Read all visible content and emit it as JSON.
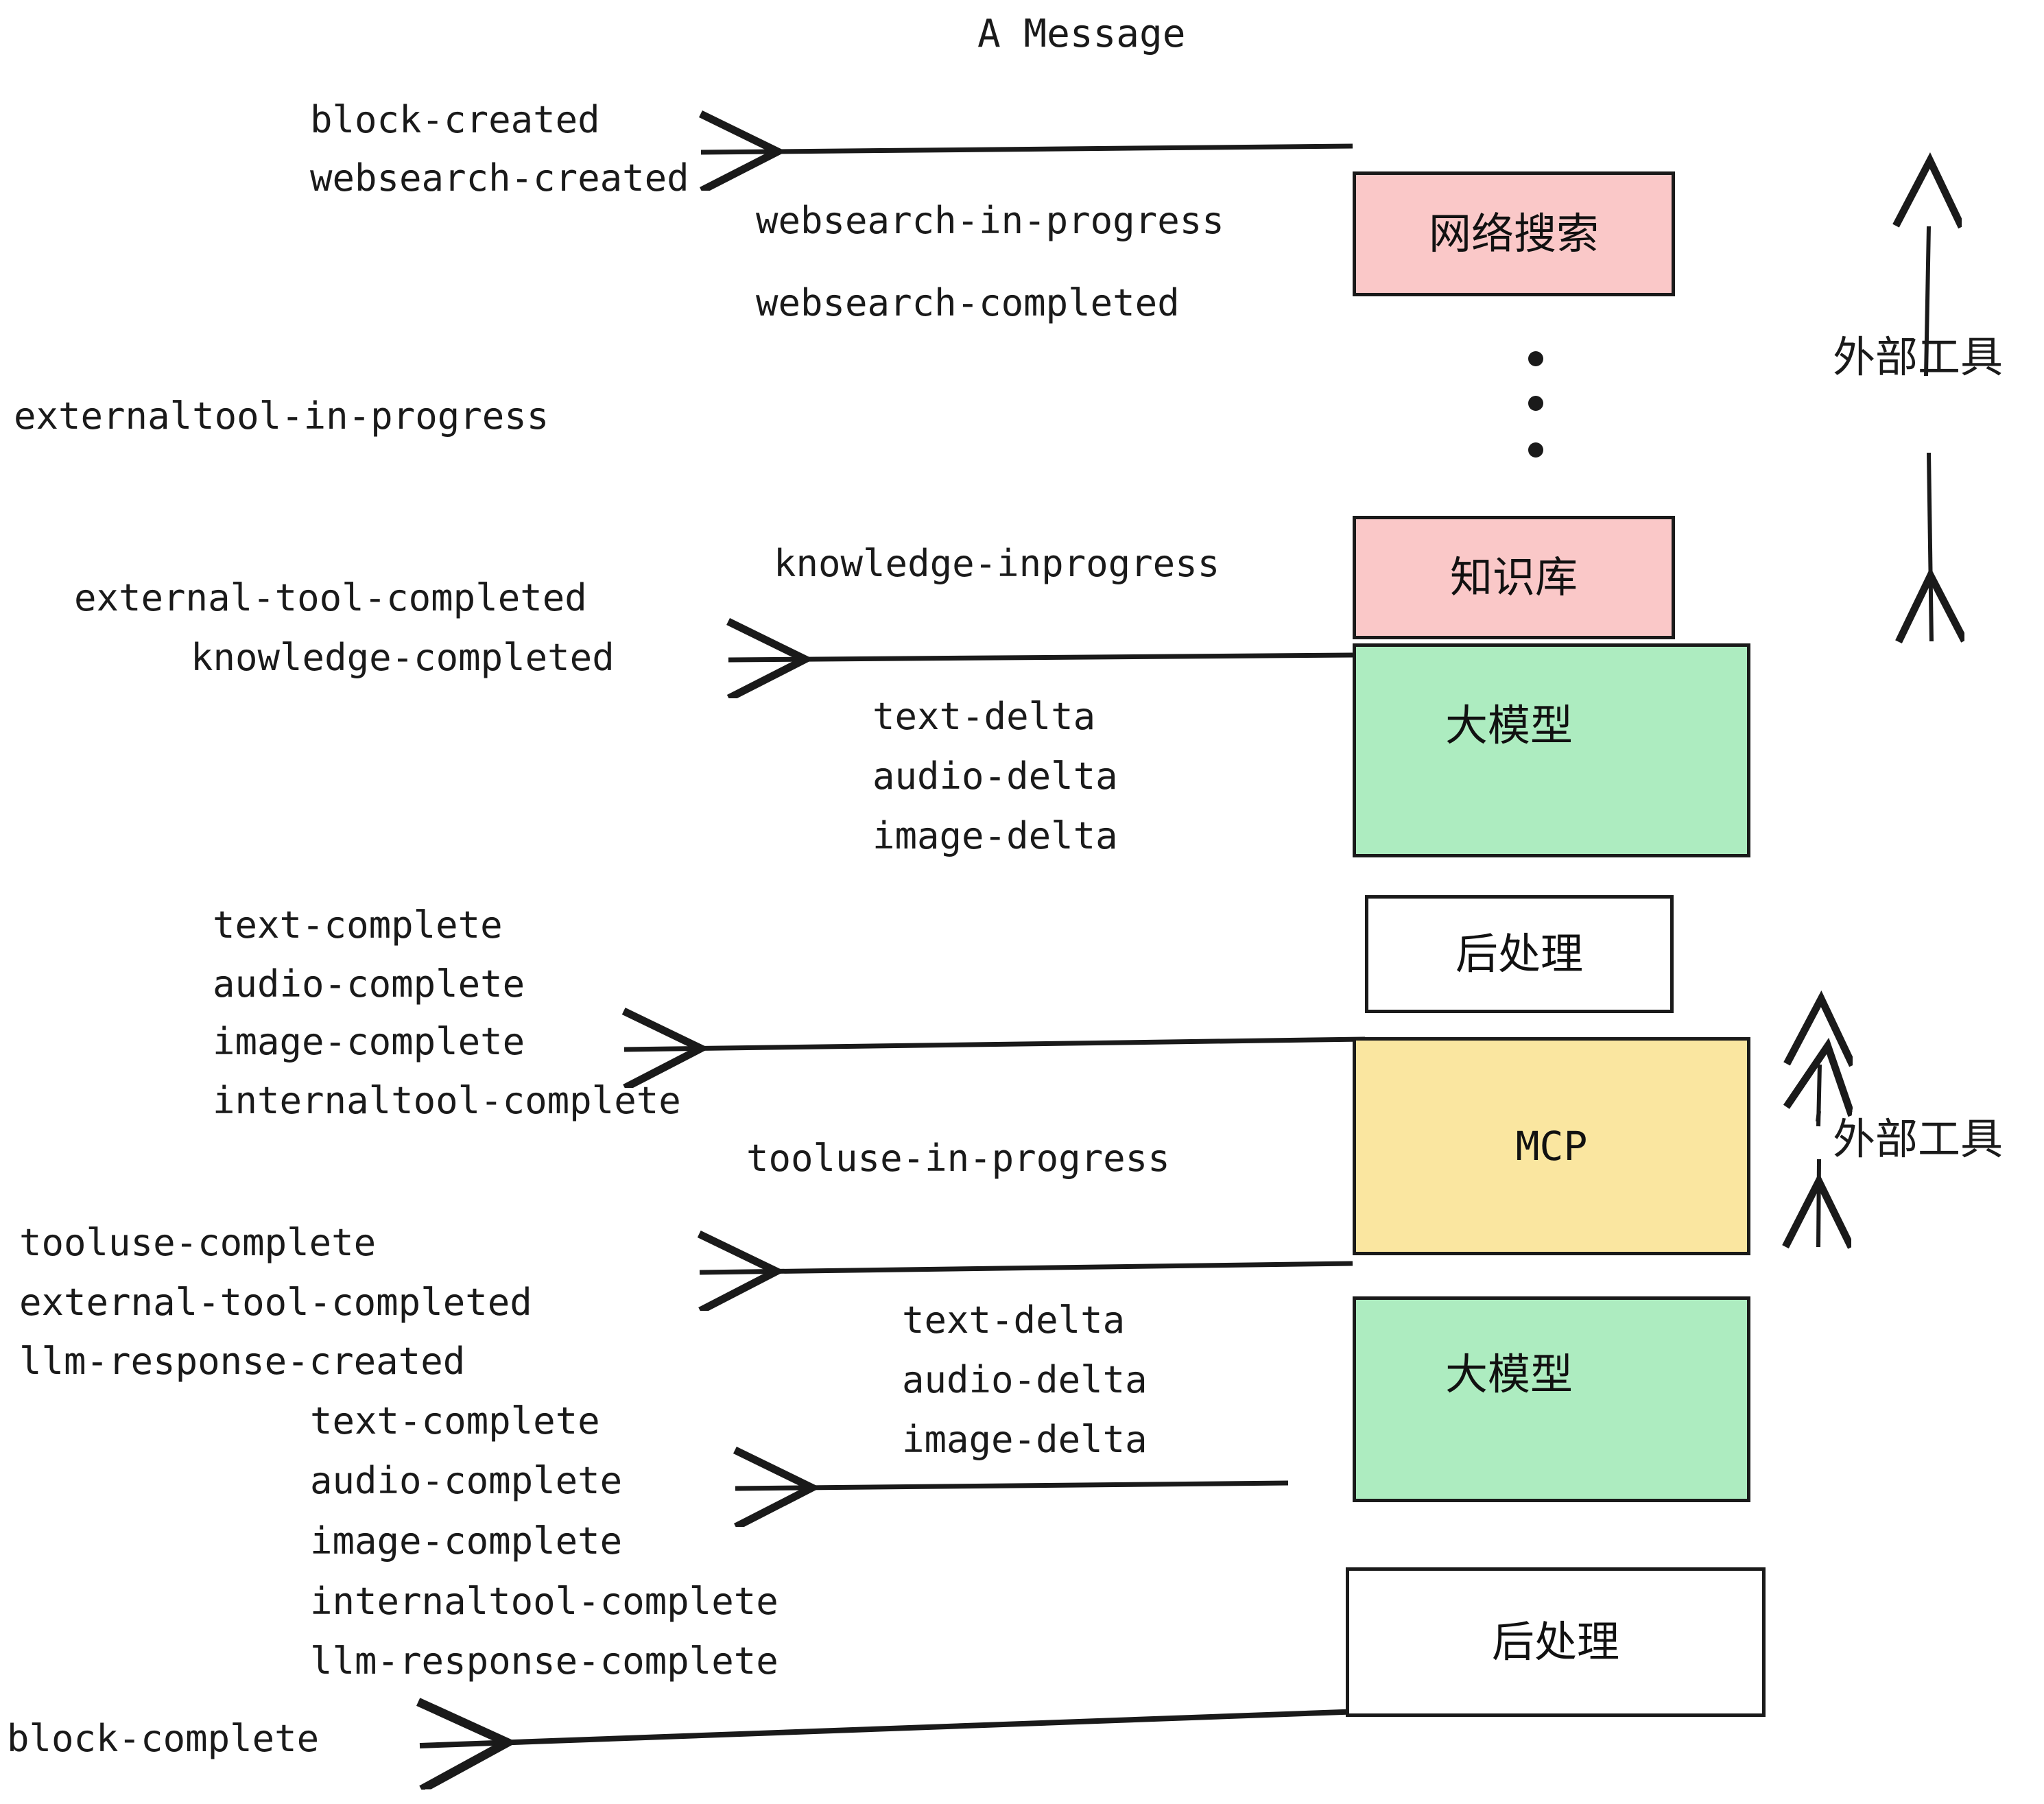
{
  "title": "A Message",
  "colors": {
    "pink": "#FAC8C8",
    "green": "#ADECC0",
    "yellow": "#FAE6A0",
    "white": "#FFFFFF",
    "stroke": "#1A1A1A",
    "text": "#1A1A1A"
  },
  "nodes": [
    {
      "id": "websearch",
      "label": "网络搜索",
      "fill": "#FAC8C8"
    },
    {
      "id": "knowledge",
      "label": "知识库",
      "fill": "#FAC8C8"
    },
    {
      "id": "llm-1",
      "label": "大模型",
      "fill": "#ADECC0"
    },
    {
      "id": "postproc-1",
      "label": "后处理",
      "fill": "#FFFFFF"
    },
    {
      "id": "mcp",
      "label": "MCP",
      "fill": "#FAE6A0"
    },
    {
      "id": "llm-2",
      "label": "大模型",
      "fill": "#ADECC0"
    },
    {
      "id": "postproc-2",
      "label": "后处理",
      "fill": "#FFFFFF"
    }
  ],
  "annotations": [
    {
      "id": "ext-tool-top",
      "label": "外部工具"
    },
    {
      "id": "ext-tool-bottom",
      "label": "外部工具"
    }
  ],
  "events": [
    {
      "id": "ev-block-created",
      "text": "block-created"
    },
    {
      "id": "ev-websearch-created",
      "text": "websearch-created"
    },
    {
      "id": "ev-websearch-in-progress",
      "text": "websearch-in-progress"
    },
    {
      "id": "ev-websearch-completed",
      "text": "websearch-completed"
    },
    {
      "id": "ev-externaltool-in-progress",
      "text": "externaltool-in-progress"
    },
    {
      "id": "ev-knowledge-inprogress",
      "text": "knowledge-inprogress"
    },
    {
      "id": "ev-external-tool-completed-1",
      "text": "external-tool-completed"
    },
    {
      "id": "ev-knowledge-completed",
      "text": "knowledge-completed"
    },
    {
      "id": "ev-text-delta-1",
      "text": "text-delta"
    },
    {
      "id": "ev-audio-delta-1",
      "text": "audio-delta"
    },
    {
      "id": "ev-image-delta-1",
      "text": "image-delta"
    },
    {
      "id": "ev-text-complete-1",
      "text": "text-complete"
    },
    {
      "id": "ev-audio-complete-1",
      "text": "audio-complete"
    },
    {
      "id": "ev-image-complete-1",
      "text": "image-complete"
    },
    {
      "id": "ev-internaltool-complete-1",
      "text": "internaltool-complete"
    },
    {
      "id": "ev-tooluse-in-progress",
      "text": "tooluse-in-progress"
    },
    {
      "id": "ev-tooluse-complete",
      "text": "tooluse-complete"
    },
    {
      "id": "ev-external-tool-completed-2",
      "text": "external-tool-completed"
    },
    {
      "id": "ev-llm-response-created",
      "text": "llm-response-created"
    },
    {
      "id": "ev-text-delta-2",
      "text": "text-delta"
    },
    {
      "id": "ev-audio-delta-2",
      "text": "audio-delta"
    },
    {
      "id": "ev-image-delta-2",
      "text": "image-delta"
    },
    {
      "id": "ev-text-complete-2",
      "text": "text-complete"
    },
    {
      "id": "ev-audio-complete-2",
      "text": "audio-complete"
    },
    {
      "id": "ev-image-complete-2",
      "text": "image-complete"
    },
    {
      "id": "ev-internaltool-complete-2",
      "text": "internaltool-complete"
    },
    {
      "id": "ev-llm-response-complete",
      "text": "llm-response-complete"
    },
    {
      "id": "ev-block-complete",
      "text": "block-complete"
    }
  ]
}
